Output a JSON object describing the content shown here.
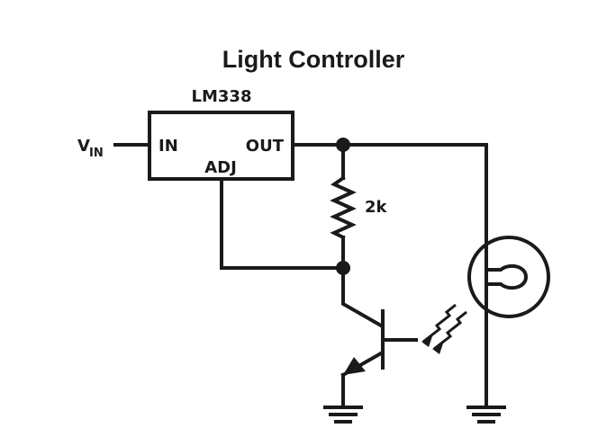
{
  "title": "Light Controller",
  "regulator": {
    "part": "LM338",
    "pin_in": "IN",
    "pin_out": "OUT",
    "pin_adj": "ADJ"
  },
  "input": {
    "label_main": "V",
    "label_sub": "IN"
  },
  "resistor": {
    "value": "2k"
  },
  "colors": {
    "ink": "#1a1a1a",
    "background": "#ffffff"
  }
}
